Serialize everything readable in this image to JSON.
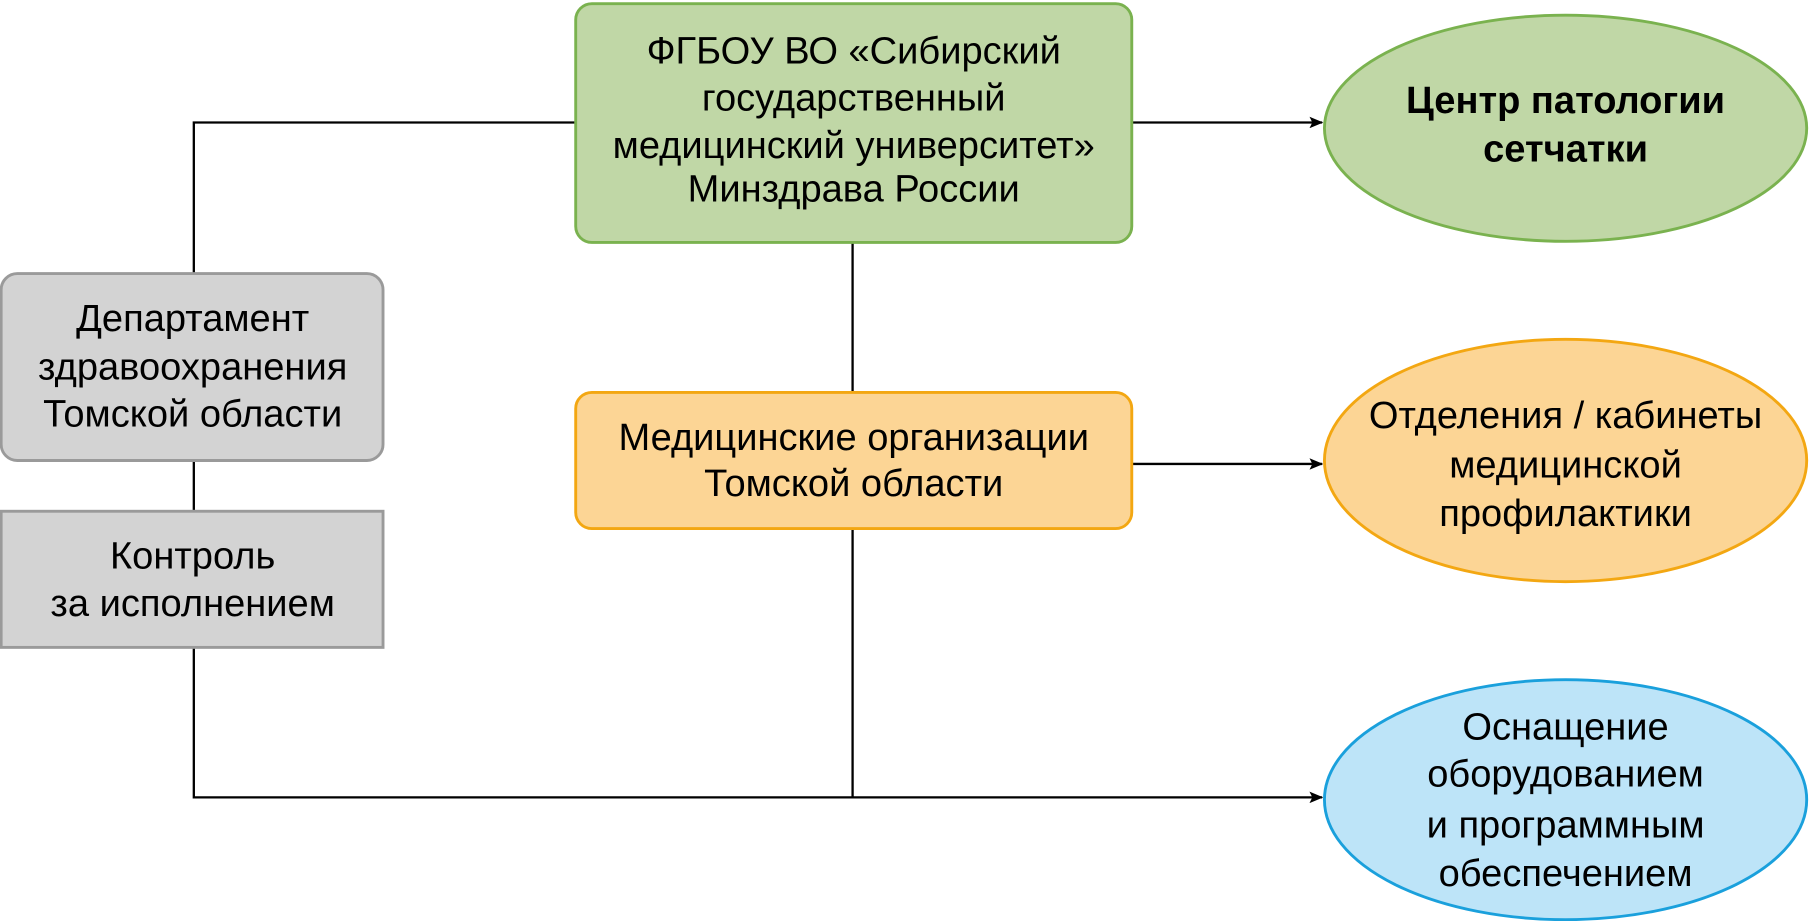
{
  "nodes": {
    "university": {
      "lines": [
        "ФГБОУ ВО «Сибирский",
        "государственный",
        "медицинский университет»",
        "Минздрава России"
      ],
      "fill": "#c0d7a6",
      "stroke": "#7ab24f"
    },
    "retina_center": {
      "lines": [
        "Центр патологии",
        "сетчатки"
      ],
      "fill": "#c0d7a6",
      "stroke": "#7ab24f"
    },
    "health_department": {
      "lines": [
        "Департамент",
        "здравоохранения",
        "Томской области"
      ],
      "fill": "#d3d3d3",
      "stroke": "#9a9a9a"
    },
    "execution_control": {
      "lines": [
        "Контроль",
        "за исполнением"
      ],
      "fill": "#d3d3d3",
      "stroke": "#9a9a9a"
    },
    "medical_orgs": {
      "lines": [
        "Медицинские организации",
        "Томской области"
      ],
      "fill": "#fcd595",
      "stroke": "#f3a712"
    },
    "prevention_units": {
      "lines": [
        "Отделения / кабинеты",
        "медицинской",
        "профилактики"
      ],
      "fill": "#fcd595",
      "stroke": "#f3a712"
    },
    "equipment": {
      "lines": [
        "Оснащение",
        "оборудованием",
        "и программным",
        "обеспечением"
      ],
      "fill": "#bde4f8",
      "stroke": "#1aa0dc"
    }
  }
}
